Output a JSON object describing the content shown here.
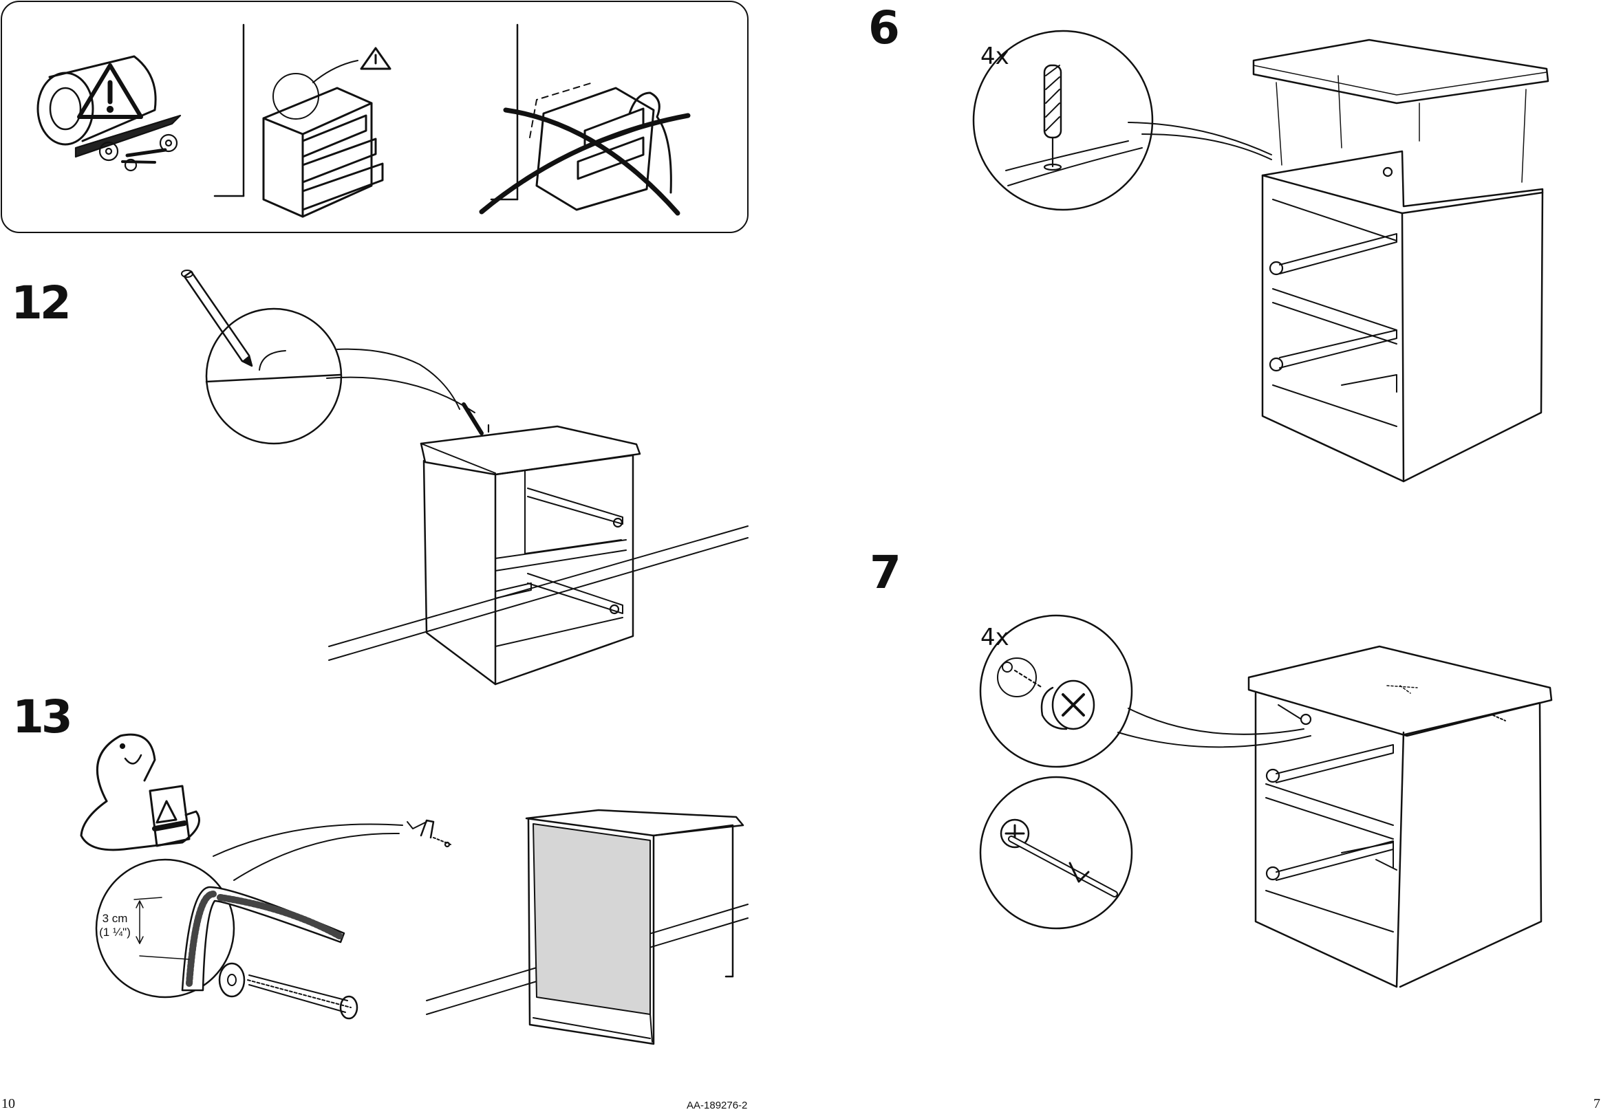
{
  "left_page": {
    "safety_panel": {
      "warning_icon": "warning-triangle-icon"
    },
    "step_12": {
      "number": "12"
    },
    "step_13": {
      "number": "13",
      "measurement_metric": "3 cm",
      "measurement_imperial": "(1 ¼\")"
    },
    "page_number": "10"
  },
  "right_page": {
    "step_6": {
      "number": "6",
      "quantity": "4x"
    },
    "step_7": {
      "number": "7",
      "quantity": "4x"
    },
    "page_number": "7"
  },
  "document_code": "AA-189276-2",
  "colors": {
    "ink": "#111111",
    "panel_fill": "#d6d6d6",
    "paper": "#ffffff"
  }
}
